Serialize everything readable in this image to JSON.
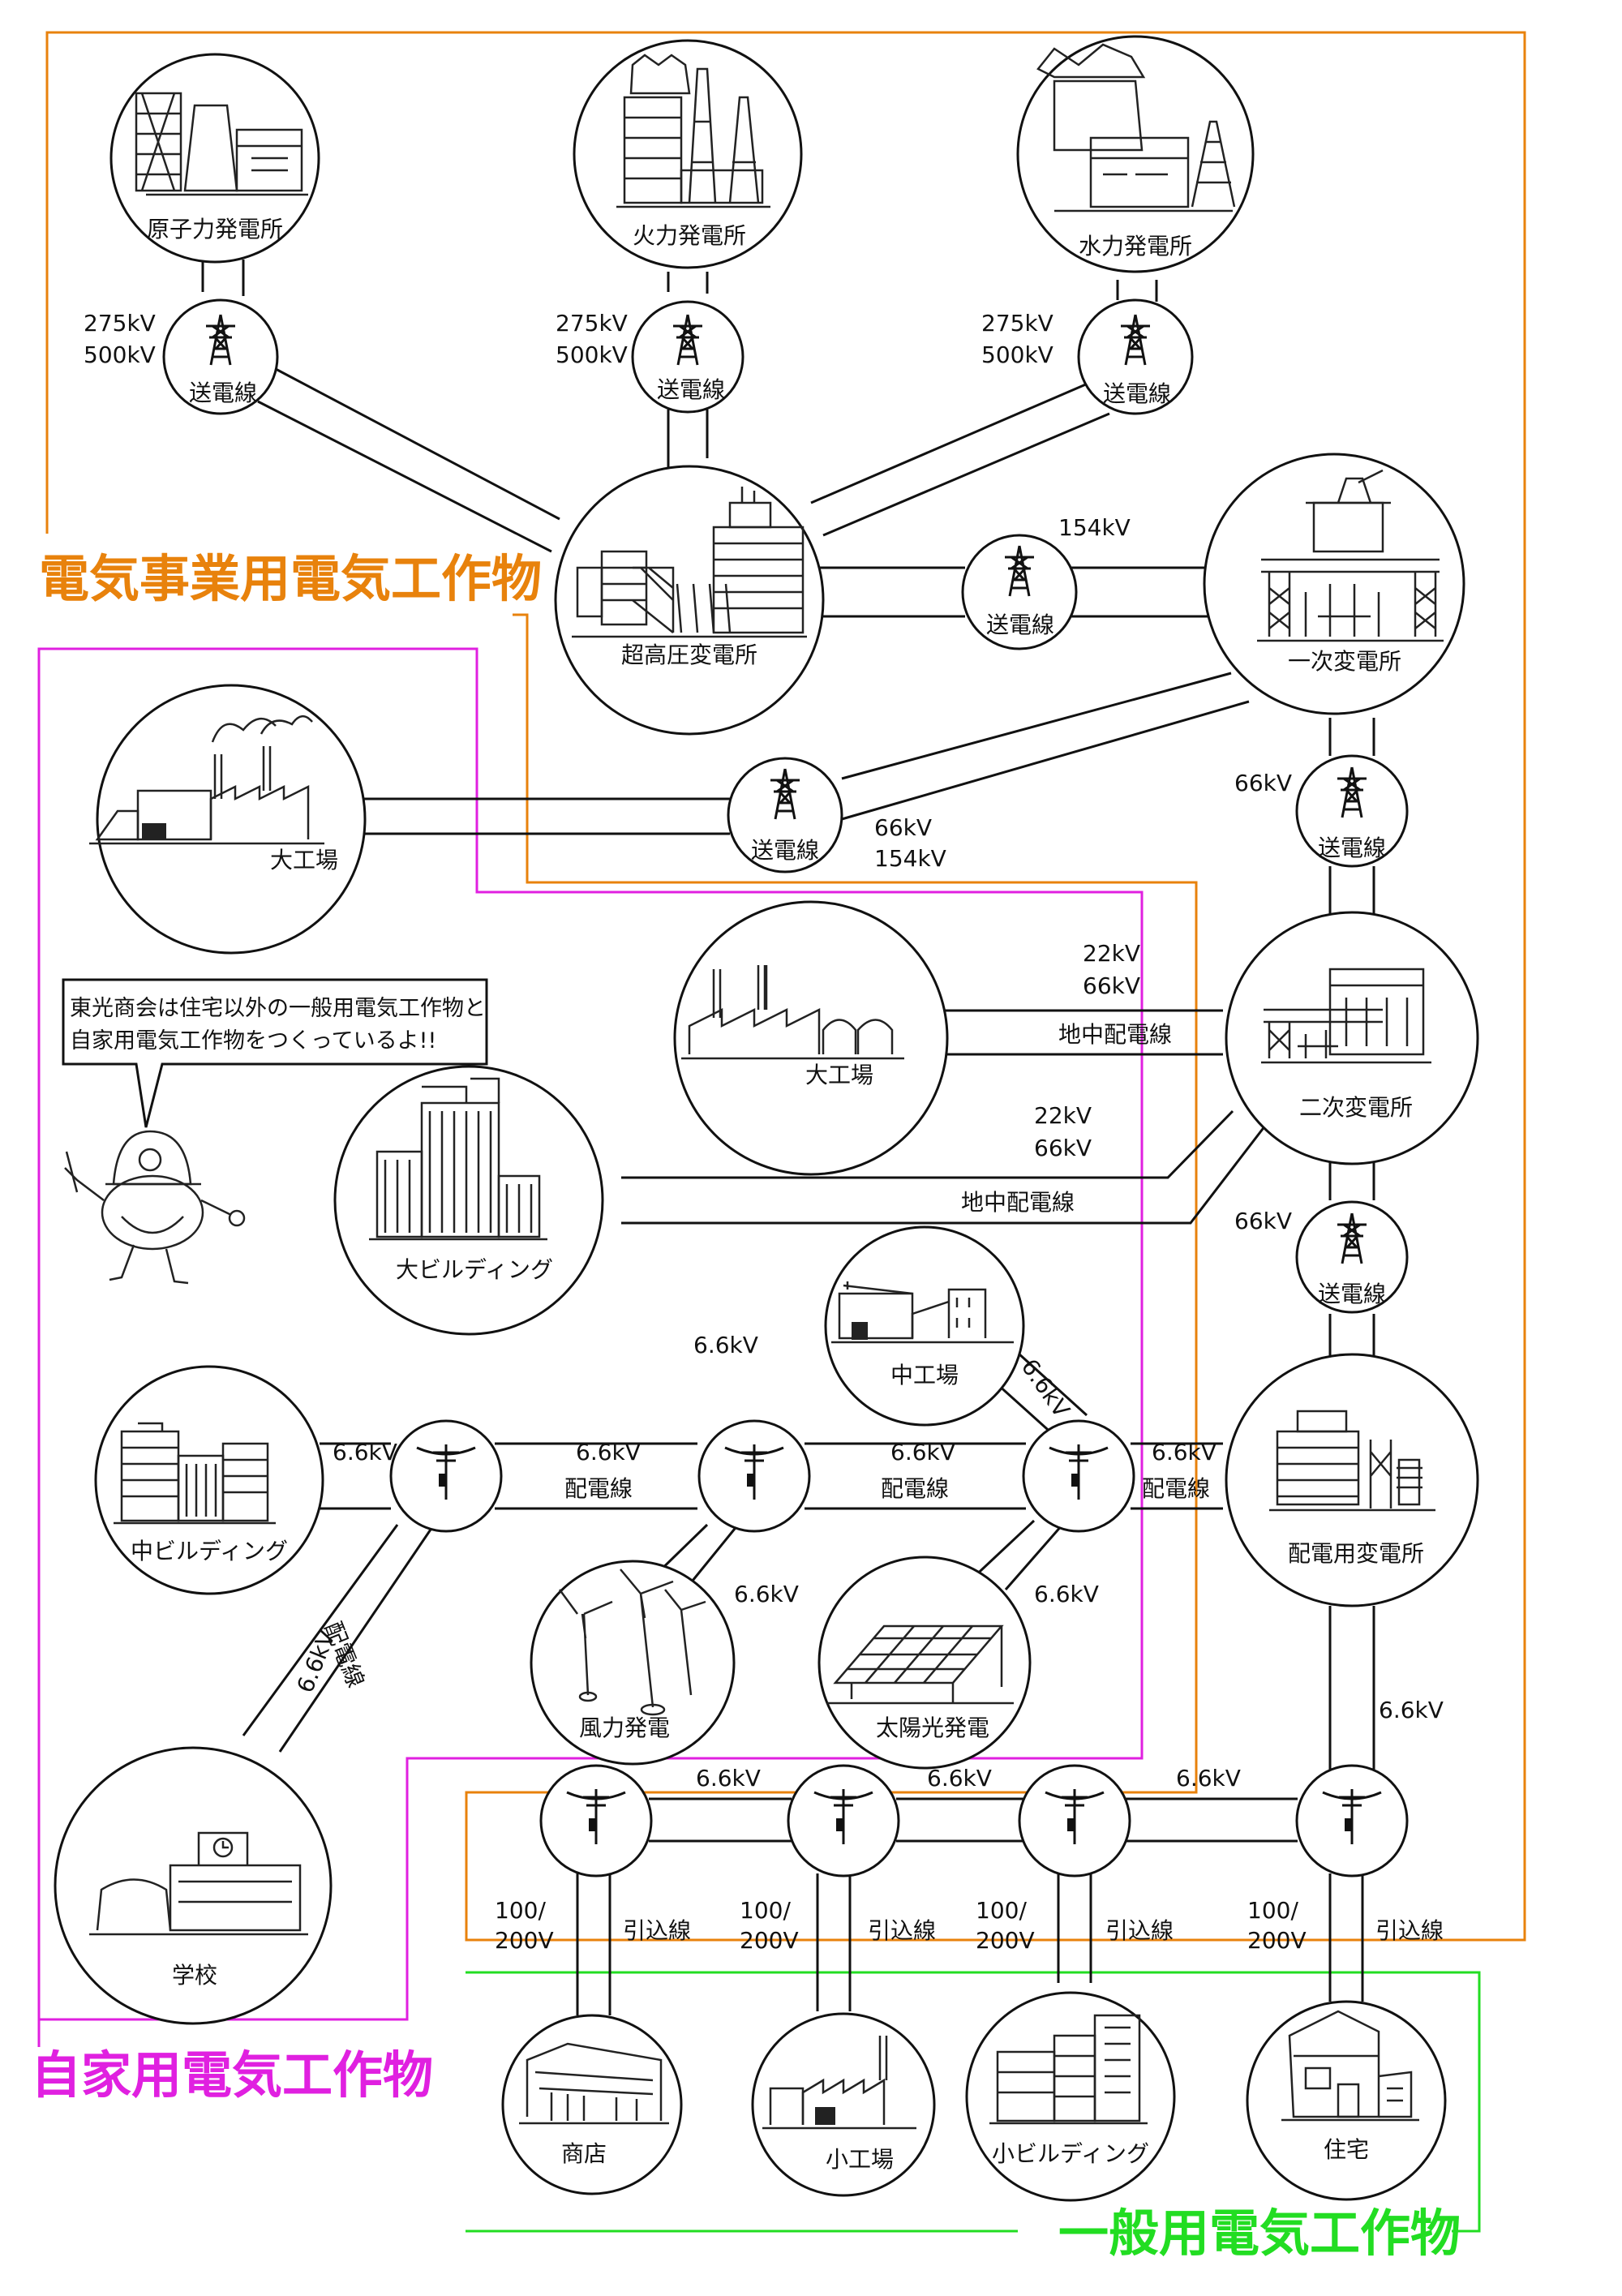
{
  "categories": {
    "utility": {
      "label": "電気事業用電気工作物",
      "color": "#e8820c"
    },
    "private": {
      "label": "自家用電気工作物",
      "color": "#e020e0"
    },
    "general": {
      "label": "一般用電気工作物",
      "color": "#22dd22"
    }
  },
  "nodes": {
    "nuclear": "原子力発電所",
    "thermal": "火力発電所",
    "hydro": "水力発電所",
    "ultra_high_substation": "超高圧変電所",
    "primary_substation": "一次変電所",
    "large_factory_1": "大工場",
    "large_factory_2": "大工場",
    "secondary_substation": "二次変電所",
    "large_building": "大ビルディング",
    "medium_factory": "中工場",
    "medium_building": "中ビルディング",
    "distribution_substation": "配電用変電所",
    "wind": "風力発電",
    "solar": "太陽光発電",
    "school": "学校",
    "shop": "商店",
    "small_factory": "小工場",
    "small_building": "小ビルディング",
    "house": "住宅"
  },
  "lines": {
    "transmission": "送電線",
    "underground": "地中配電線",
    "distribution": "配電線",
    "service_drop": "引込線"
  },
  "voltages": {
    "kv275": "275kV",
    "kv500": "500kV",
    "kv154": "154kV",
    "kv66": "66kV",
    "kv22": "22kV",
    "kv6_6": "6.6kV",
    "v100": "100/",
    "v200": "200V"
  },
  "speech_bubble": {
    "line1": "東光商会は住宅以外の一般用電気工作物と",
    "line2": "自家用電気工作物をつくっているよ!!"
  }
}
